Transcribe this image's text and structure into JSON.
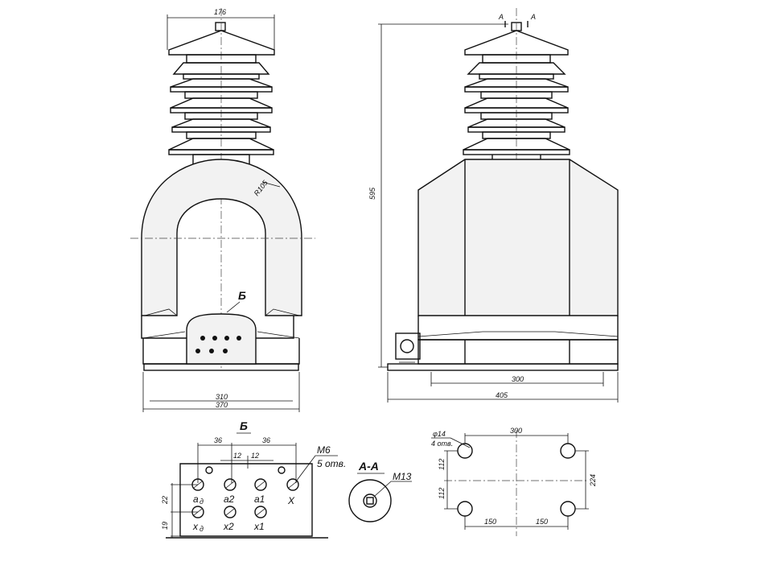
{
  "front_view": {
    "dim_width_top": "176",
    "dim_radius": "R105",
    "dim_base_inner": "310",
    "dim_base_outer": "370",
    "detail_marker": "Б"
  },
  "side_view": {
    "section_marks": [
      "A",
      "A"
    ],
    "dim_height": "595",
    "dim_inner": "300",
    "dim_outer": "405"
  },
  "detail_b": {
    "title": "Б",
    "dim_left": "36",
    "dim_right": "36",
    "dim_mid_left": "12",
    "dim_mid_right": "12",
    "thread": "M6",
    "thread_count": "5 отв.",
    "dim_row": "22",
    "dim_row2": "19",
    "terminals_top": [
      "a",
      "a2",
      "a1",
      "X"
    ],
    "terminals_bottom": [
      "x",
      "x2",
      "x1"
    ],
    "terminal_subscript": "д"
  },
  "section_aa": {
    "title": "A-A",
    "thread": "M13"
  },
  "base_plan": {
    "hole_dia": "φ14",
    "hole_count": "4 отв.",
    "dim_top": "300",
    "dim_left_upper": "112",
    "dim_left_lower": "112",
    "dim_right": "224",
    "dim_bottom_left": "150",
    "dim_bottom_right": "150"
  }
}
